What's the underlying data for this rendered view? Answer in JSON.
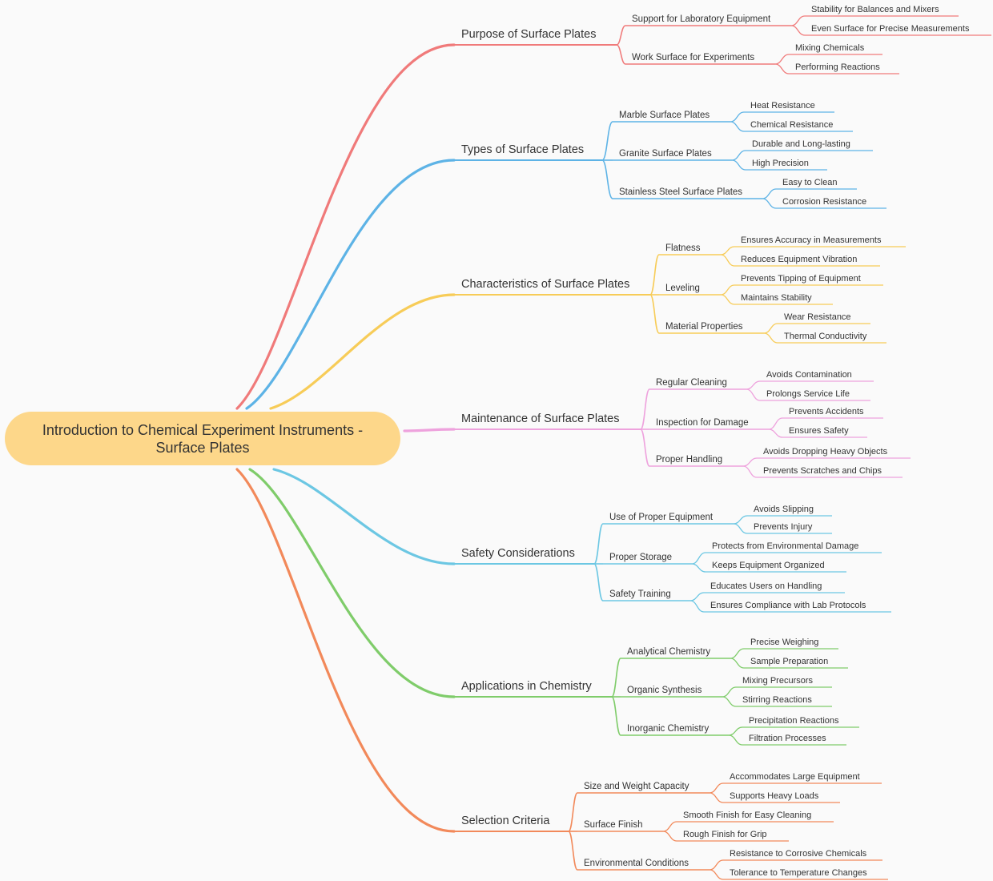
{
  "root": {
    "label": "Introduction to Chemical Experiment Instruments - Surface Plates"
  },
  "branches": [
    {
      "label": "Purpose of Surface Plates",
      "color": "#f07a7a",
      "children": [
        {
          "label": "Support for Laboratory Equipment",
          "leaves": [
            "Stability for Balances and Mixers",
            "Even Surface for Precise Measurements"
          ]
        },
        {
          "label": "Work Surface for Experiments",
          "leaves": [
            "Mixing Chemicals",
            "Performing Reactions"
          ]
        }
      ]
    },
    {
      "label": "Types of Surface Plates",
      "color": "#5db3e6",
      "children": [
        {
          "label": "Marble Surface Plates",
          "leaves": [
            "Heat Resistance",
            "Chemical Resistance"
          ]
        },
        {
          "label": "Granite Surface Plates",
          "leaves": [
            "Durable and Long-lasting",
            "High Precision"
          ]
        },
        {
          "label": "Stainless Steel Surface Plates",
          "leaves": [
            "Easy to Clean",
            "Corrosion Resistance"
          ]
        }
      ]
    },
    {
      "label": "Characteristics of Surface Plates",
      "color": "#f7cc58",
      "children": [
        {
          "label": "Flatness",
          "leaves": [
            "Ensures Accuracy in Measurements",
            "Reduces Equipment Vibration"
          ]
        },
        {
          "label": "Leveling",
          "leaves": [
            "Prevents Tipping of Equipment",
            "Maintains Stability"
          ]
        },
        {
          "label": "Material Properties",
          "leaves": [
            "Wear Resistance",
            "Thermal Conductivity"
          ]
        }
      ]
    },
    {
      "label": "Maintenance of Surface Plates",
      "color": "#eea2dd",
      "children": [
        {
          "label": "Regular Cleaning",
          "leaves": [
            "Avoids Contamination",
            "Prolongs Service Life"
          ]
        },
        {
          "label": "Inspection for Damage",
          "leaves": [
            "Prevents Accidents",
            "Ensures Safety"
          ]
        },
        {
          "label": "Proper Handling",
          "leaves": [
            "Avoids Dropping Heavy Objects",
            "Prevents Scratches and Chips"
          ]
        }
      ]
    },
    {
      "label": "Safety Considerations",
      "color": "#6cc7e3",
      "children": [
        {
          "label": "Use of Proper Equipment",
          "leaves": [
            "Avoids Slipping",
            "Prevents Injury"
          ]
        },
        {
          "label": "Proper Storage",
          "leaves": [
            "Protects from Environmental Damage",
            "Keeps Equipment Organized"
          ]
        },
        {
          "label": "Safety Training",
          "leaves": [
            "Educates Users on Handling",
            "Ensures Compliance with Lab Protocols"
          ]
        }
      ]
    },
    {
      "label": "Applications in Chemistry",
      "color": "#7fcc6a",
      "children": [
        {
          "label": "Analytical Chemistry",
          "leaves": [
            "Precise Weighing",
            "Sample Preparation"
          ]
        },
        {
          "label": "Organic Synthesis",
          "leaves": [
            "Mixing Precursors",
            "Stirring Reactions"
          ]
        },
        {
          "label": "Inorganic Chemistry",
          "leaves": [
            "Precipitation Reactions",
            "Filtration Processes"
          ]
        }
      ]
    },
    {
      "label": "Selection Criteria",
      "color": "#f2895a",
      "children": [
        {
          "label": "Size and Weight Capacity",
          "leaves": [
            "Accommodates Large Equipment",
            "Supports Heavy Loads"
          ]
        },
        {
          "label": "Surface Finish",
          "leaves": [
            "Smooth Finish for Easy Cleaning",
            "Rough Finish for Grip"
          ]
        },
        {
          "label": "Environmental Conditions",
          "leaves": [
            "Resistance to Corrosive Chemicals",
            "Tolerance to Temperature Changes"
          ]
        }
      ]
    }
  ]
}
